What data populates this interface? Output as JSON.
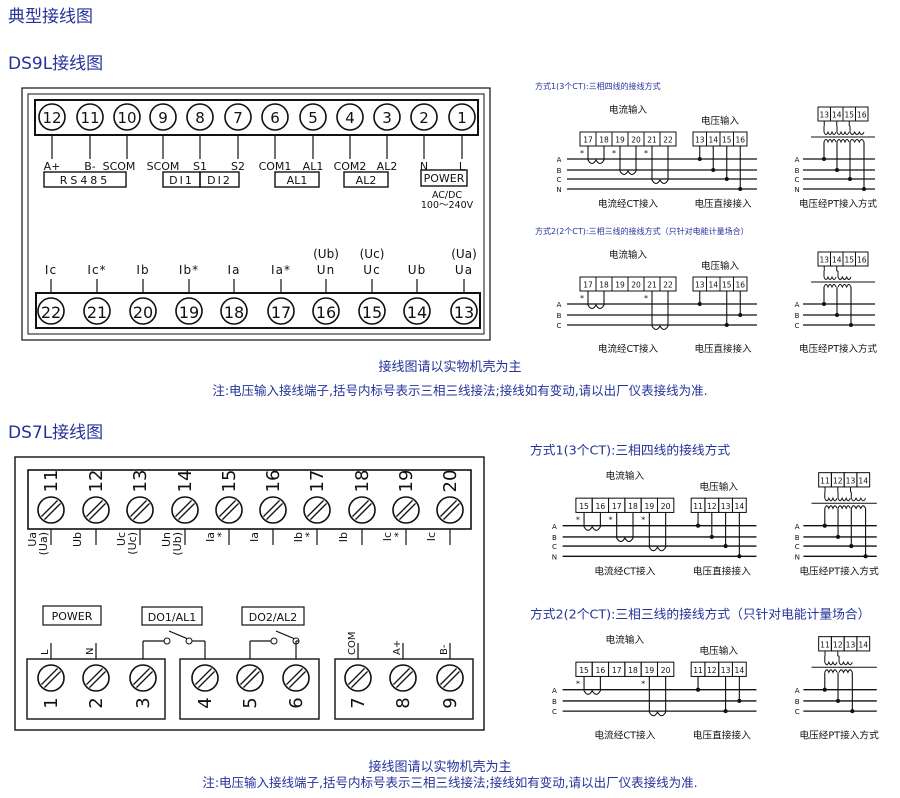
{
  "page_title": "典型接线图",
  "ds9l": {
    "title": "DS9L接线图",
    "top_terminals": [
      {
        "num": "12",
        "label": "A+"
      },
      {
        "num": "11",
        "label": "B-"
      },
      {
        "num": "10",
        "label": "SCOM"
      },
      {
        "num": "9",
        "label": "SCOM"
      },
      {
        "num": "8",
        "label": "S1"
      },
      {
        "num": "7",
        "label": "S2"
      },
      {
        "num": "6",
        "label": "COM1"
      },
      {
        "num": "5",
        "label": "AL1"
      },
      {
        "num": "4",
        "label": "COM2"
      },
      {
        "num": "3",
        "label": "AL2"
      },
      {
        "num": "2",
        "label": "N"
      },
      {
        "num": "1",
        "label": "L"
      }
    ],
    "groups": {
      "rs485": "RS485",
      "di1": "DI1",
      "di2": "DI2",
      "al1": "AL1",
      "al2": "AL2",
      "power": "POWER"
    },
    "power_spec": [
      "AC/DC",
      "100～240V"
    ],
    "bottom_terminals": [
      {
        "num": "22",
        "label": "Ic",
        "alt": ""
      },
      {
        "num": "21",
        "label": "Ic*",
        "alt": ""
      },
      {
        "num": "20",
        "label": "Ib",
        "alt": ""
      },
      {
        "num": "19",
        "label": "Ib*",
        "alt": ""
      },
      {
        "num": "18",
        "label": "Ia",
        "alt": ""
      },
      {
        "num": "17",
        "label": "Ia*",
        "alt": ""
      },
      {
        "num": "16",
        "label": "Un",
        "alt": "(Ub)"
      },
      {
        "num": "15",
        "label": "Uc",
        "alt": "(Uc)"
      },
      {
        "num": "14",
        "label": "Ub",
        "alt": ""
      },
      {
        "num": "13",
        "label": "Ua",
        "alt": "(Ua)"
      }
    ],
    "note_main": "接线图请以实物机壳为主",
    "note_detail": "注:电压输入接线端子,括号内标号表示三相三线接法;接线如有变动,请以出厂仪表接线为准."
  },
  "ds7l": {
    "title": "DS7L接线图",
    "top_terminals": [
      {
        "num": "11",
        "label": "Ua",
        "alt": "(Ua)"
      },
      {
        "num": "12",
        "label": "Ub",
        "alt": ""
      },
      {
        "num": "13",
        "label": "Uc",
        "alt": "(Uc)"
      },
      {
        "num": "14",
        "label": "Un",
        "alt": "(Ub)"
      },
      {
        "num": "15",
        "label": "Ia",
        "alt": "*"
      },
      {
        "num": "16",
        "label": "Ia",
        "alt": ""
      },
      {
        "num": "17",
        "label": "Ib",
        "alt": "*"
      },
      {
        "num": "18",
        "label": "Ib",
        "alt": ""
      },
      {
        "num": "19",
        "label": "Ic",
        "alt": "*"
      },
      {
        "num": "20",
        "label": "Ic",
        "alt": ""
      }
    ],
    "bottom_terminals": [
      {
        "num": "1",
        "label": "L"
      },
      {
        "num": "2",
        "label": "N"
      },
      {
        "num": "3",
        "label": ""
      },
      {
        "num": "4",
        "label": ""
      },
      {
        "num": "5",
        "label": ""
      },
      {
        "num": "6",
        "label": ""
      },
      {
        "num": "7",
        "label": "COM"
      },
      {
        "num": "8",
        "label": "A+"
      },
      {
        "num": "9",
        "label": "B-"
      }
    ],
    "groups": {
      "power": "POWER",
      "do1": "DO1/AL1",
      "do2": "DO2/AL2"
    },
    "note_main": "接线图请以实物机壳为主",
    "note_detail": "注:电压输入接线端子,括号内标号表示三相三线接法;接线如有变动,请以出厂仪表接线为准."
  },
  "methods": {
    "labels": {
      "current_input": "电流输入",
      "voltage_input": "电压输入",
      "ct_caption": "电流经CT接入",
      "direct_caption": "电压直接接入",
      "pt_caption": "电压经PT接入方式"
    },
    "ds9l": [
      {
        "title": "方式1(3个CT):三相四线的接线方式",
        "phases": [
          "A",
          "B",
          "C",
          "N"
        ],
        "ct_terminals": [
          "17",
          "18",
          "19",
          "20",
          "21",
          "22"
        ],
        "ct_pairs": [
          [
            0,
            "A"
          ],
          [
            2,
            "B"
          ],
          [
            4,
            "C"
          ]
        ],
        "v_terminals": [
          "13",
          "14",
          "15",
          "16"
        ],
        "v_links": [
          [
            0,
            "A"
          ],
          [
            1,
            "B"
          ],
          [
            2,
            "C"
          ],
          [
            3,
            "N"
          ]
        ],
        "pt_terminals": [
          "13",
          "14",
          "15",
          "16"
        ]
      },
      {
        "title": "方式2(2个CT):三相三线的接线方式（只针对电能计量场合）",
        "phases": [
          "A",
          "B",
          "C"
        ],
        "ct_terminals": [
          "17",
          "18",
          "19",
          "20",
          "21",
          "22"
        ],
        "ct_pairs": [
          [
            0,
            "A"
          ],
          [
            4,
            "C"
          ]
        ],
        "v_terminals": [
          "13",
          "14",
          "15",
          "16"
        ],
        "v_links": [
          [
            0,
            "A"
          ],
          [
            2,
            "C"
          ],
          [
            3,
            "B"
          ]
        ],
        "pt_terminals": [
          "13",
          "14",
          "15",
          "16"
        ]
      }
    ],
    "ds7l": [
      {
        "title": "方式1(3个CT):三相四线的接线方式",
        "phases": [
          "A",
          "B",
          "C",
          "N"
        ],
        "ct_terminals": [
          "15",
          "16",
          "17",
          "18",
          "19",
          "20"
        ],
        "ct_pairs": [
          [
            0,
            "A"
          ],
          [
            2,
            "B"
          ],
          [
            4,
            "C"
          ]
        ],
        "v_terminals": [
          "11",
          "12",
          "13",
          "14"
        ],
        "v_links": [
          [
            0,
            "A"
          ],
          [
            1,
            "B"
          ],
          [
            2,
            "C"
          ],
          [
            3,
            "N"
          ]
        ],
        "pt_terminals": [
          "11",
          "12",
          "13",
          "14"
        ]
      },
      {
        "title": "方式2(2个CT):三相三线的接线方式（只针对电能计量场合）",
        "phases": [
          "A",
          "B",
          "C"
        ],
        "ct_terminals": [
          "15",
          "16",
          "17",
          "18",
          "19",
          "20"
        ],
        "ct_pairs": [
          [
            0,
            "A"
          ],
          [
            4,
            "C"
          ]
        ],
        "v_terminals": [
          "11",
          "12",
          "13",
          "14"
        ],
        "v_links": [
          [
            0,
            "A"
          ],
          [
            2,
            "C"
          ],
          [
            3,
            "B"
          ]
        ],
        "pt_terminals": [
          "11",
          "12",
          "13",
          "14"
        ]
      }
    ]
  },
  "colors": {
    "heading": "#25329a",
    "line": "#111111"
  }
}
